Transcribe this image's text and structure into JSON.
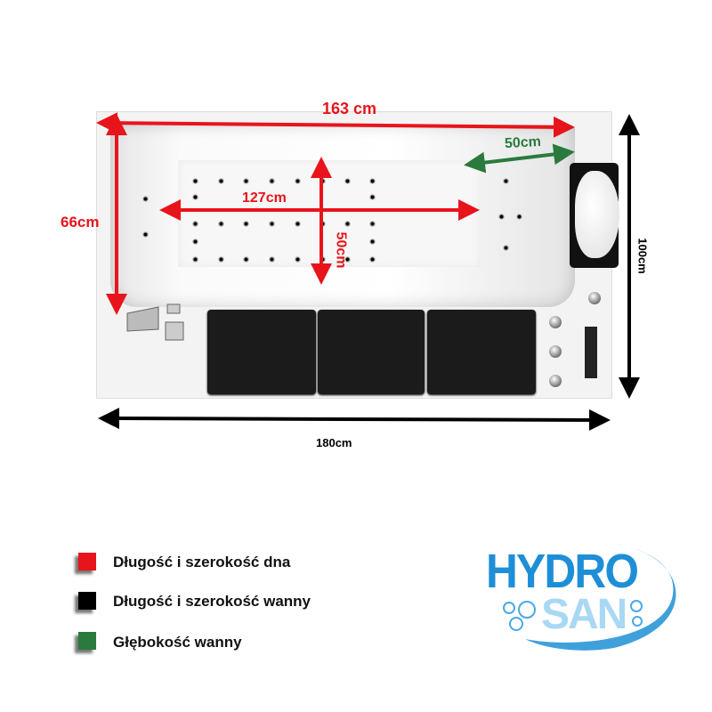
{
  "dimensions": {
    "bottom_length": "163 cm",
    "bottom_width": "66cm",
    "inner_length": "127cm",
    "inner_width": "50cm",
    "depth": "50cm",
    "tub_width": "100cm",
    "tub_length": "180cm"
  },
  "legend": [
    {
      "label": "Długość i szerokość dna",
      "color": "#e8141b"
    },
    {
      "label": "Długość i szerokość wanny",
      "color": "#000000"
    },
    {
      "label": "Głębokość wanny",
      "color": "#2a7a3d"
    }
  ],
  "logo": {
    "line1": "HYDRO",
    "line2": "SAN",
    "color": "#1e8fd6"
  }
}
